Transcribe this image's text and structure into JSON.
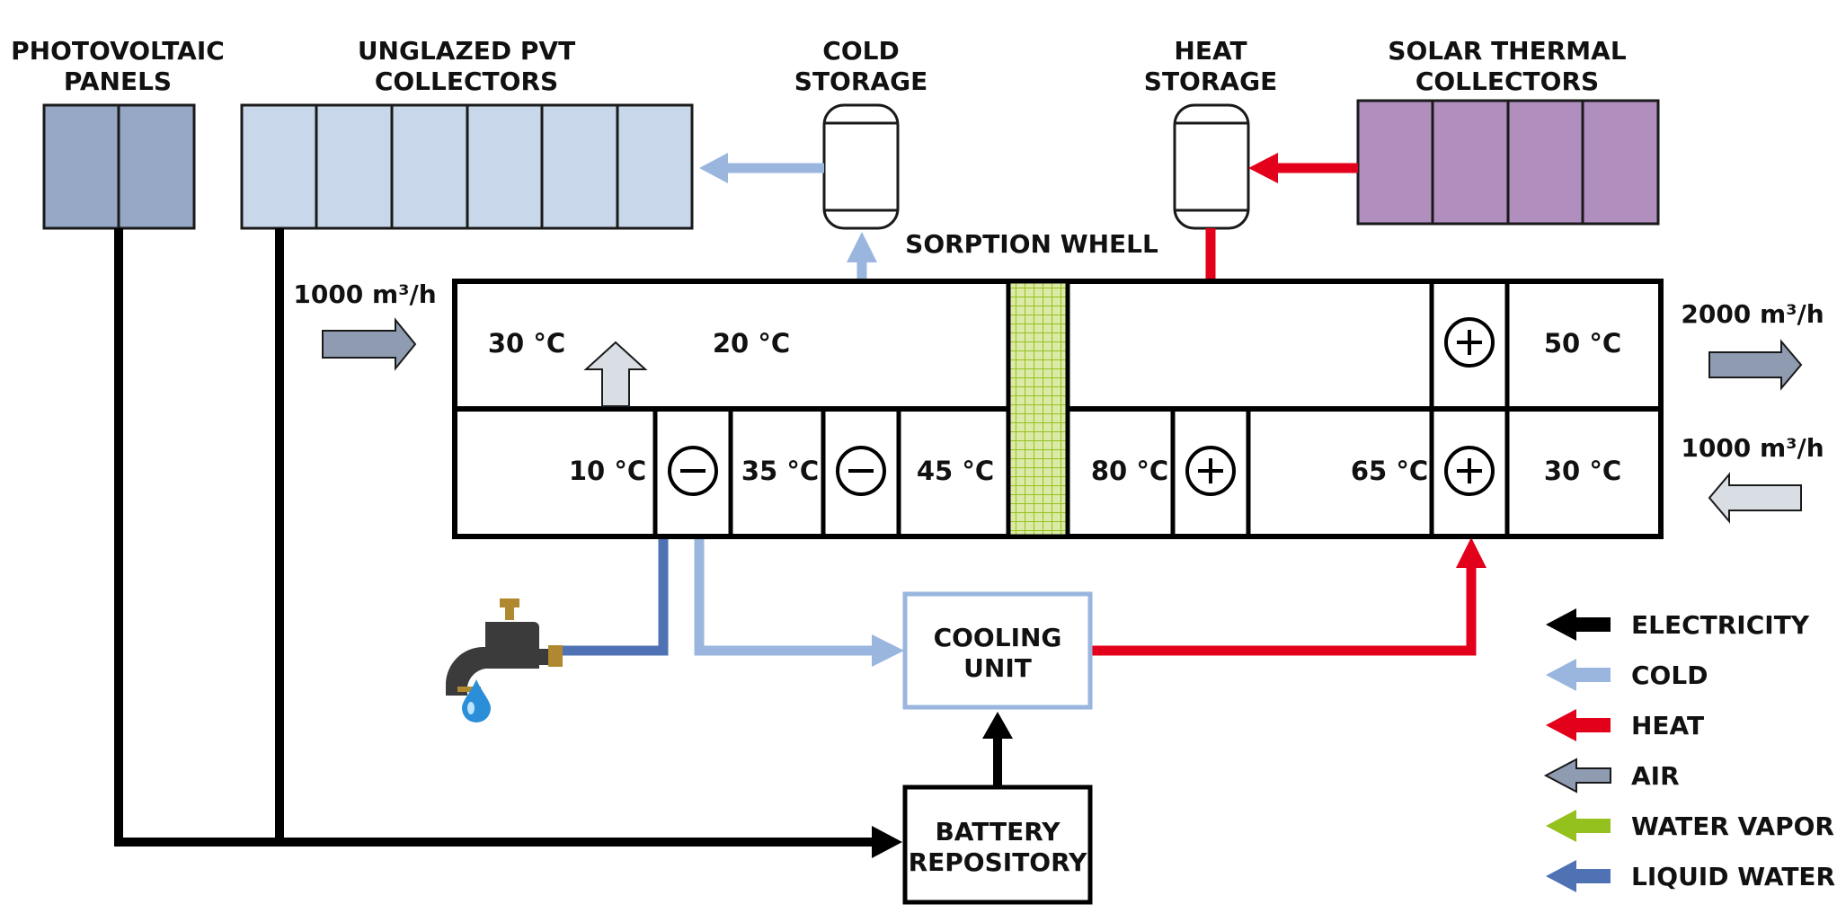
{
  "labels": {
    "pv_1": "PHOTOVOLTAIC",
    "pv_2": "PANELS",
    "pvt_1": "UNGLAZED PVT",
    "pvt_2": "COLLECTORS",
    "cold_1": "COLD",
    "cold_2": "STORAGE",
    "heat_1": "HEAT",
    "heat_2": "STORAGE",
    "solar_1": "SOLAR THERMAL",
    "solar_2": "COLLECTORS",
    "sorption": "SORPTION WHELL",
    "cooling_1": "COOLING",
    "cooling_2": "UNIT",
    "battery_1": "BATTERY",
    "battery_2": "REPOSITORY"
  },
  "flows": {
    "inlet_left": "1000 m³/h",
    "outlet_right": "2000 m³/h",
    "inlet_right": "1000 m³/h"
  },
  "temperatures": {
    "top_30": "30 °C",
    "top_20": "20 °C",
    "top_50": "50 °C",
    "bot_10": "10 °C",
    "bot_35": "35 °C",
    "bot_45": "45 °C",
    "bot_80": "80 °C",
    "bot_65": "65 °C",
    "bot_30": "30 °C"
  },
  "legend": [
    {
      "label": "ELECTRICITY",
      "color": "#000000"
    },
    {
      "label": "COLD",
      "color": "#9ab6df"
    },
    {
      "label": "HEAT",
      "color": "#e2001a"
    },
    {
      "label": "AIR",
      "color": "#8e9bb0"
    },
    {
      "label": "WATER VAPOR",
      "color": "#95c11f"
    },
    {
      "label": "LIQUID WATER",
      "color": "#4f72b4"
    }
  ],
  "colors": {
    "pv_panel": "#97a7c6",
    "pvt_panel": "#c8d8ea",
    "solar_panel": "#b08fbf",
    "cold": "#9ab6df",
    "heat": "#e2001a",
    "air_in": "#8e9bb0",
    "air_out": "#d9dde4",
    "vapor": "#95c11f",
    "water": "#4f72b4",
    "electricity": "#000000"
  },
  "icons": [
    "plus-circle-icon",
    "minus-circle-icon",
    "water-tap-icon",
    "water-drop-icon"
  ]
}
